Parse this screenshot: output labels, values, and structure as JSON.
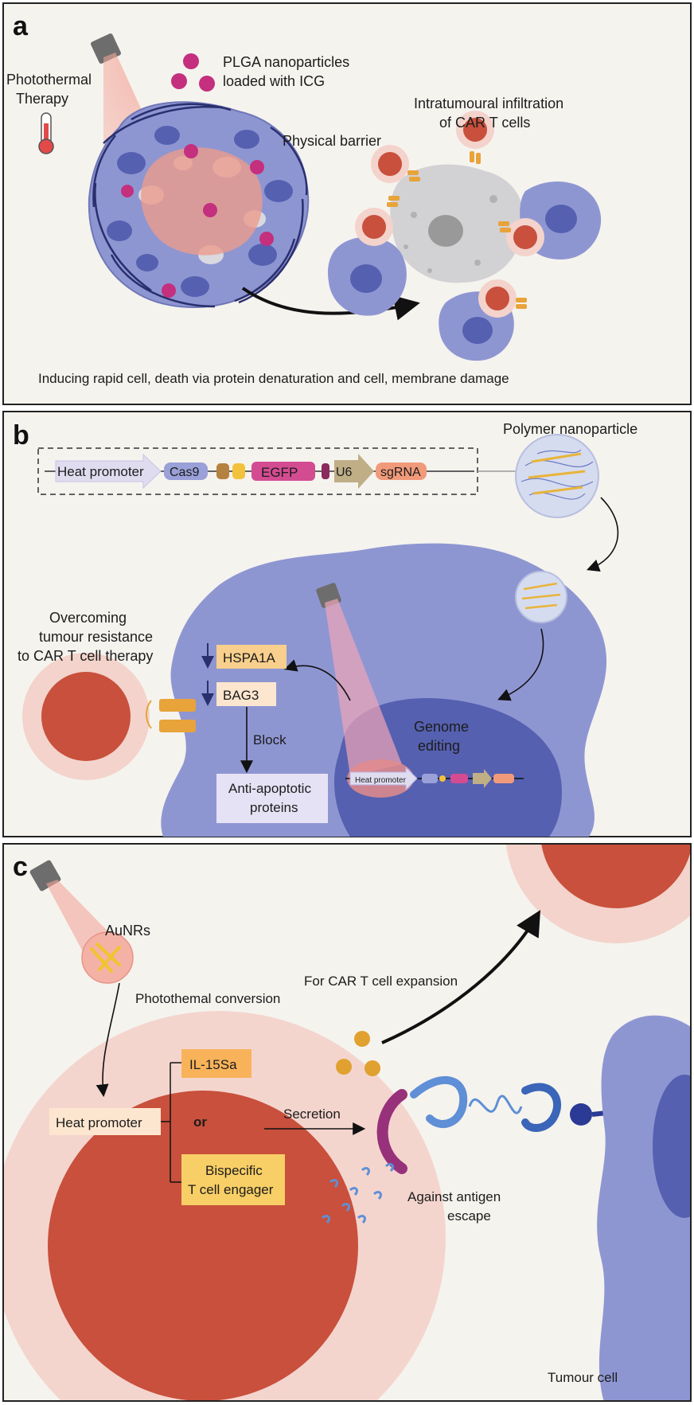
{
  "panel_a": {
    "letter": "a",
    "therapy_line1": "Photothermal",
    "therapy_line2": "Therapy",
    "np_line1": "PLGA nanoparticles",
    "np_line2": "loaded with ICG",
    "barrier": "Physical barrier",
    "infiltration_line1": "Intratumoural infiltration",
    "infiltration_line2": "of CAR T cells",
    "caption": "Inducing rapid cell, death via protein denaturation and cell, membrane damage"
  },
  "panel_b": {
    "letter": "b",
    "polymer_np": "Polymer nanoparticle",
    "construct": {
      "heat_promoter": "Heat promoter",
      "cas9": "Cas9",
      "egfp": "EGFP",
      "u6": "U6",
      "sgrna": "sgRNA"
    },
    "overcoming_line1": "Overcoming",
    "overcoming_line2": "tumour resistance",
    "overcoming_line3": "to CAR T cell therapy",
    "hspa1a": "HSPA1A",
    "bag3": "BAG3",
    "block": "Block",
    "anti_line1": "Anti-apoptotic",
    "anti_line2": "proteins",
    "genome_line1": "Genome",
    "genome_line2": "editing",
    "mini_heat_promoter": "Heat promoter"
  },
  "panel_c": {
    "letter": "c",
    "aunrs": "AuNRs",
    "expansion": "For CAR T cell expansion",
    "conversion": "Photothemal conversion",
    "heat_promoter": "Heat promoter",
    "il15": "IL-15Sa",
    "or": "or",
    "bispecific_line1": "Bispecific",
    "bispecific_line2": "T cell engager",
    "secretion": "Secretion",
    "against_line1": "Against antigen",
    "against_line2": "escape",
    "tumour_cell": "Tumour cell"
  },
  "colors": {
    "panel_bg": "#f5f3ee",
    "car_t_red": "#c8503c",
    "car_t_halo": "#f3d3cb",
    "tumour_blue": "#8e96d2",
    "nucleus_blue": "#5560b0",
    "magenta": "#c42f7e",
    "orange": "#e8a33a",
    "yellow_box": "#f8cf66"
  }
}
